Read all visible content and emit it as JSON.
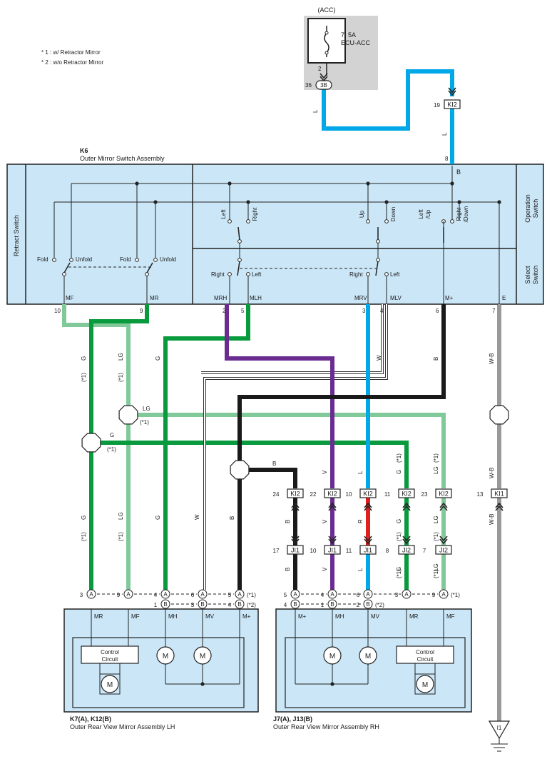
{
  "notes": [
    "* 1 : w/ Retractor Mirror",
    "* 2 : w/o Retractor Mirror"
  ],
  "fuse": {
    "supply": "(ACC)",
    "rating": "7. 5A",
    "name": "ECU-ACC",
    "pin": "2",
    "conn_pin": "36",
    "conn": "3B"
  },
  "k6": {
    "ref": "K6",
    "name": "Outer Mirror Switch Assembly",
    "retract_switch": "Retract Switch",
    "operation_switch": [
      "Operation",
      "Switch"
    ],
    "select_switch": [
      "Select",
      "Switch"
    ],
    "fold": "Fold",
    "unfold": "Unfold",
    "left": "Left",
    "right": "Right",
    "up": "Up",
    "down": "Down",
    "left_up": [
      "Left",
      "/Up"
    ],
    "right_down": [
      "Right",
      "/Down"
    ],
    "b_label": "B",
    "terminals": [
      "MF",
      "MR",
      "MRH",
      "MLH",
      "MRV",
      "MLV",
      "M+",
      "E"
    ],
    "pins": [
      "10",
      "9",
      "2",
      "5",
      "3",
      "4",
      "6",
      "7",
      "8"
    ]
  },
  "wires": {
    "L": "L",
    "G": "G",
    "LG": "LG",
    "W": "W",
    "B": "B",
    "V": "V",
    "R": "R",
    "WB": "W-B",
    "star1": "(*1)"
  },
  "connectors": {
    "ki2_top": {
      "name": "KI2",
      "pin": "19"
    },
    "row1": [
      {
        "name": "KI2",
        "pin": "24"
      },
      {
        "name": "KI2",
        "pin": "22"
      },
      {
        "name": "KI2",
        "pin": "10"
      },
      {
        "name": "KI2",
        "pin": "11"
      },
      {
        "name": "KI2",
        "pin": "23"
      },
      {
        "name": "KI1",
        "pin": "13"
      }
    ],
    "row2": [
      {
        "name": "JI1",
        "pin": "17"
      },
      {
        "name": "JI1",
        "pin": "10"
      },
      {
        "name": "JI1",
        "pin": "11"
      },
      {
        "name": "JI2",
        "pin": "8"
      },
      {
        "name": "JI2",
        "pin": "7"
      }
    ]
  },
  "mirror_lh": {
    "ref": "K7(A), K12(B)",
    "name": "Outer Rear View Mirror Assembly LH",
    "a_pins": [
      "3",
      "9",
      "4",
      "6",
      "5"
    ],
    "b_pins": [
      "1",
      "3",
      "4"
    ],
    "terminals": [
      "MR",
      "MF",
      "MH",
      "MV",
      "M+"
    ],
    "control": [
      "Control",
      "Circuit"
    ],
    "motor": "M",
    "opt1": "(*1)",
    "opt2": "(*2)"
  },
  "mirror_rh": {
    "ref": "J7(A), J13(B)",
    "name": "Outer Rear View Mirror Assembly RH",
    "a_pins": [
      "5",
      "4",
      "6",
      "3",
      "9"
    ],
    "b_pins": [
      "4",
      "1",
      "2"
    ],
    "terminals": [
      "M+",
      "MH",
      "MV",
      "MR",
      "MF"
    ],
    "control": [
      "Control",
      "Circuit"
    ],
    "motor": "M",
    "opt1": "(*1)",
    "opt2": "(*2)"
  },
  "letters": {
    "A": "A",
    "B": "B"
  },
  "ground": {
    "name": "I1"
  },
  "colors": {
    "panel": "#cbe6f7",
    "fuse_bg": "#d3d3d3",
    "L": "#00a8e8",
    "G": "#0a9a3e",
    "LG": "#82c99a",
    "B": "#1a1a1a",
    "V": "#6a2c91",
    "R": "#e0201f",
    "W": "#ffffff"
  }
}
